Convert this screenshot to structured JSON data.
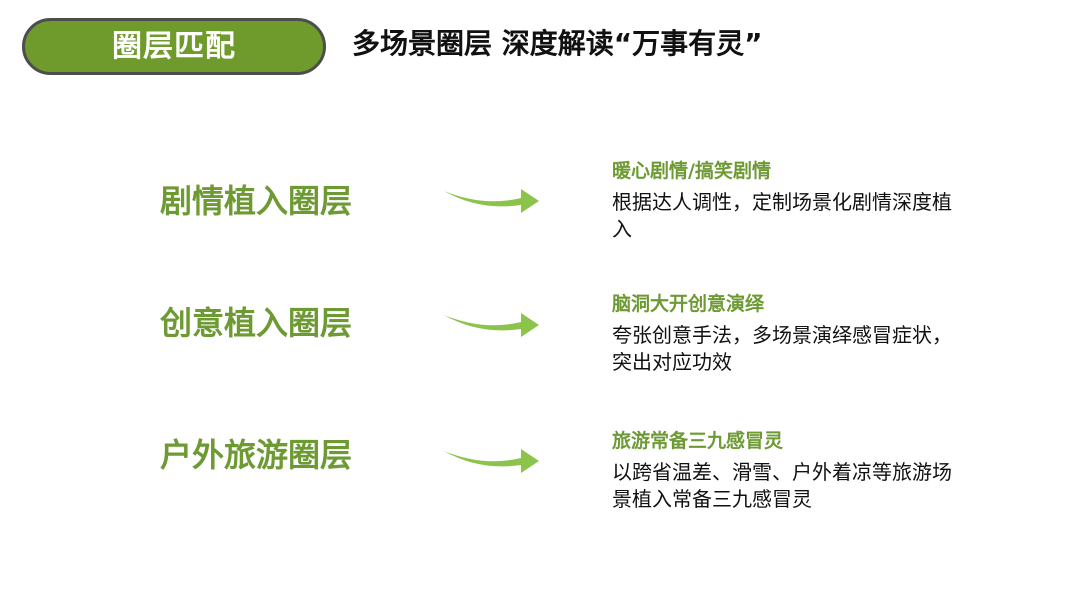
{
  "header": {
    "badge_label": "圈层匹配",
    "title": "多场景圈层 深度解读“万事有灵”"
  },
  "rows": [
    {
      "label": "剧情植入圈层",
      "desc_title": "暖心剧情/搞笑剧情",
      "desc_text": "根据达人调性，定制场景化剧情深度植入"
    },
    {
      "label": "创意植入圈层",
      "desc_title": "脑洞大开创意演绎",
      "desc_text": "夸张创意手法，多场景演绎感冒症状，突出对应功效"
    },
    {
      "label": "户外旅游圈层",
      "desc_title": "旅游常备三九感冒灵",
      "desc_text": "以跨省温差、滑雪、户外着凉等旅游场景植入常备三九感冒灵"
    }
  ],
  "colors": {
    "accent_green": "#6e9a34",
    "badge_green": "#6f9a2c",
    "arrow_green": "#8cc34a",
    "text_dark": "#111111"
  },
  "icons": {
    "arrow": "curved-right-arrow-icon"
  }
}
